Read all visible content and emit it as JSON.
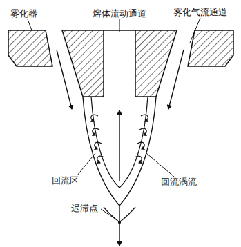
{
  "diagram": {
    "labels": [
      "雾化器",
      "熔体流动通道",
      "雾化气流通道",
      "回流区",
      "回流涡流",
      "迟滞点"
    ]
  }
}
